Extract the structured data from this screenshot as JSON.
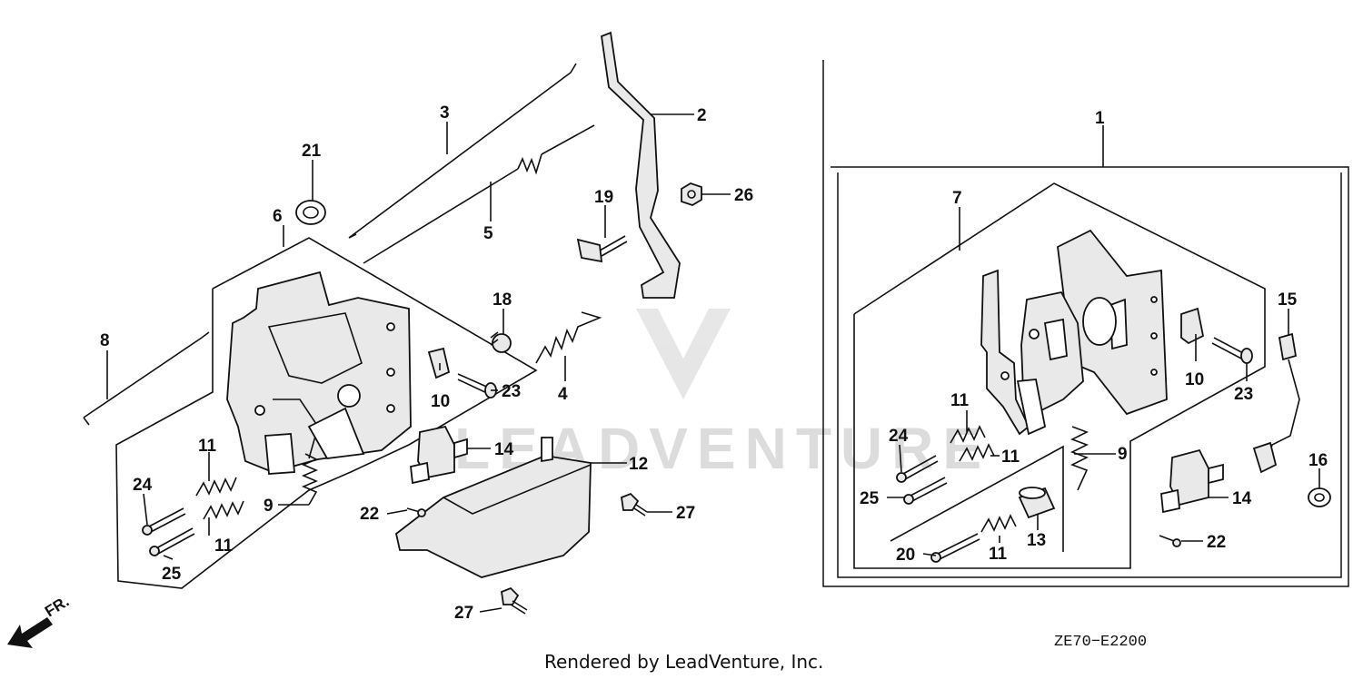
{
  "diagram": {
    "callouts": [
      {
        "id": "c1",
        "label": "1"
      },
      {
        "id": "c2",
        "label": "2"
      },
      {
        "id": "c3",
        "label": "3"
      },
      {
        "id": "c4",
        "label": "4"
      },
      {
        "id": "c5",
        "label": "5"
      },
      {
        "id": "c6",
        "label": "6"
      },
      {
        "id": "c7",
        "label": "7"
      },
      {
        "id": "c8",
        "label": "8"
      },
      {
        "id": "c9a",
        "label": "9"
      },
      {
        "id": "c9b",
        "label": "9"
      },
      {
        "id": "c10a",
        "label": "10"
      },
      {
        "id": "c10b",
        "label": "10"
      },
      {
        "id": "c11a",
        "label": "11"
      },
      {
        "id": "c11b",
        "label": "11"
      },
      {
        "id": "c11c",
        "label": "11"
      },
      {
        "id": "c11d",
        "label": "11"
      },
      {
        "id": "c11e",
        "label": "11"
      },
      {
        "id": "c12",
        "label": "12"
      },
      {
        "id": "c13",
        "label": "13"
      },
      {
        "id": "c14a",
        "label": "14"
      },
      {
        "id": "c14b",
        "label": "14"
      },
      {
        "id": "c15",
        "label": "15"
      },
      {
        "id": "c16",
        "label": "16"
      },
      {
        "id": "c18",
        "label": "18"
      },
      {
        "id": "c19",
        "label": "19"
      },
      {
        "id": "c20",
        "label": "20"
      },
      {
        "id": "c21",
        "label": "21"
      },
      {
        "id": "c22a",
        "label": "22"
      },
      {
        "id": "c22b",
        "label": "22"
      },
      {
        "id": "c23a",
        "label": "23"
      },
      {
        "id": "c23b",
        "label": "23"
      },
      {
        "id": "c24a",
        "label": "24"
      },
      {
        "id": "c24b",
        "label": "24"
      },
      {
        "id": "c25a",
        "label": "25"
      },
      {
        "id": "c25b",
        "label": "25"
      },
      {
        "id": "c26",
        "label": "26"
      },
      {
        "id": "c27a",
        "label": "27"
      },
      {
        "id": "c27b",
        "label": "27"
      }
    ],
    "direction_label": "FR.",
    "reference_code": "ZE70−E2200",
    "credit": "Rendered by LeadVenture, Inc.",
    "watermark": "LEADVENTURE"
  }
}
